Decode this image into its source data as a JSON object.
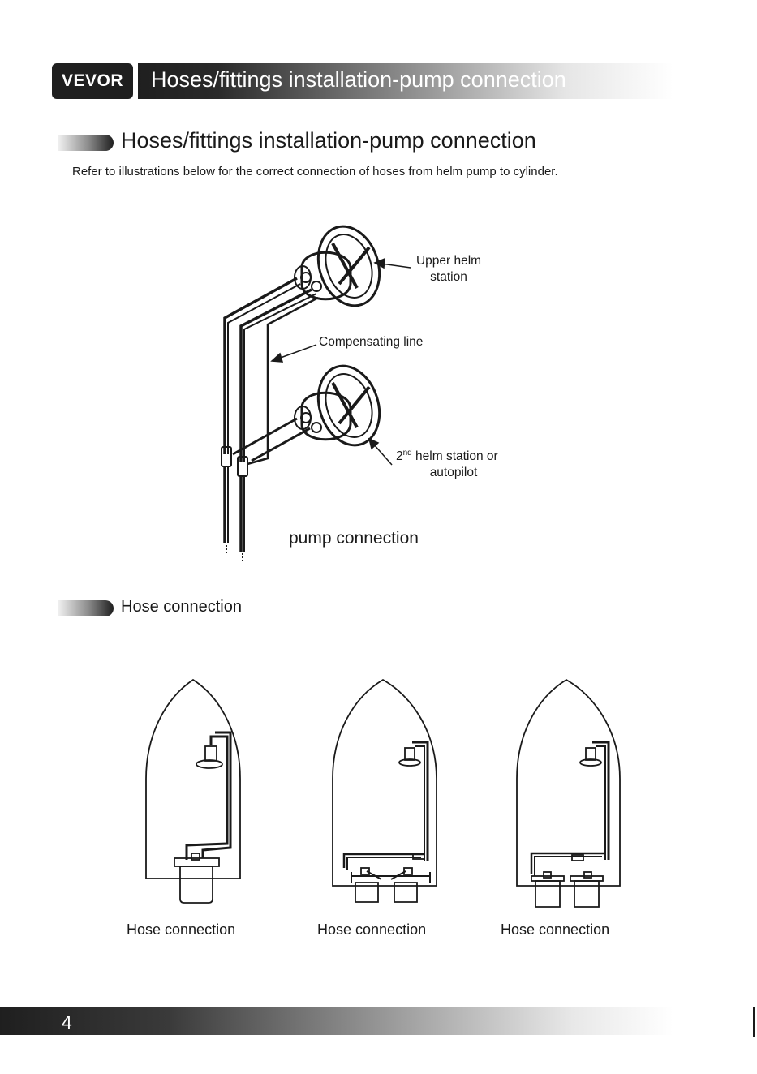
{
  "header": {
    "brand": "VEVOR",
    "title": "Hoses/fittings installation-pump connection"
  },
  "section1": {
    "title": "Hoses/fittings installation-pump connection",
    "intro": "Refer to illustrations below for the correct connection of hoses from helm pump to cylinder."
  },
  "diagram1": {
    "upper_label_line1": "Upper helm",
    "upper_label_line2": "station",
    "compensating_label": "Compensating line",
    "second_label_prefix": "2",
    "second_label_sup": "nd",
    "second_label_rest": " helm station or",
    "second_label_line2": "autopilot",
    "caption": "pump connection"
  },
  "section2": {
    "title": "Hose connection"
  },
  "boats": [
    {
      "caption": "Hose connection"
    },
    {
      "caption": "Hose connection"
    },
    {
      "caption": "Hose connection"
    }
  ],
  "footer": {
    "page_number": "4"
  }
}
